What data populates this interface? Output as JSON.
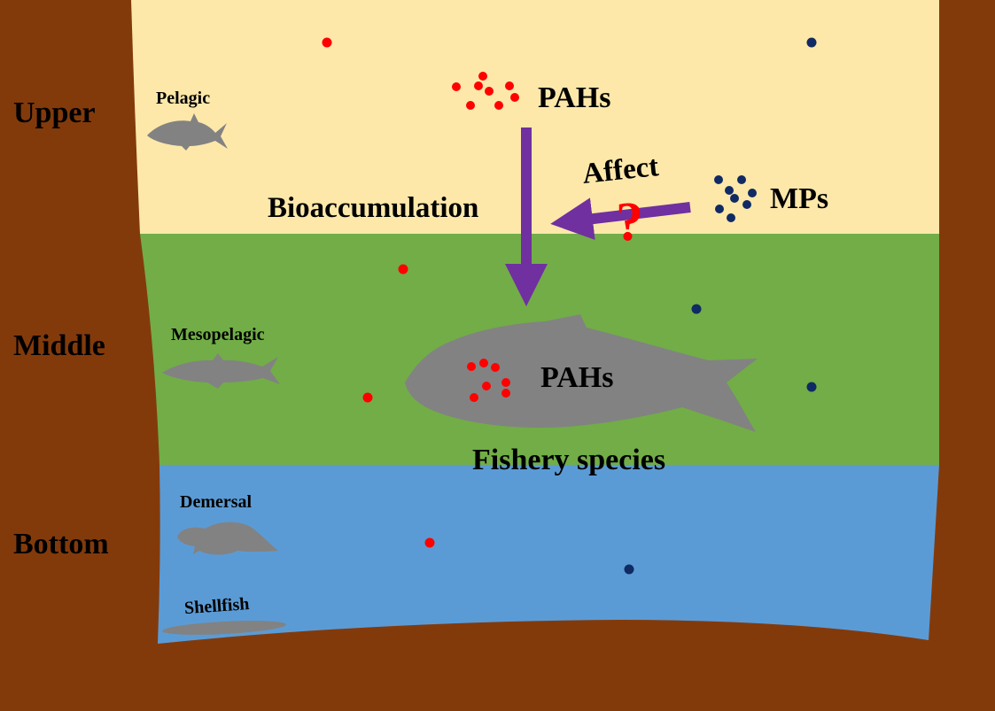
{
  "colors": {
    "soil": "#833a0b",
    "upper_layer": "#fde8aa",
    "middle_layer": "#72ad47",
    "bottom_layer": "#5b9bd5",
    "fish": "#828282",
    "pah_dot": "#ff0000",
    "mp_dot": "#102a64",
    "arrow": "#7030a0",
    "question": "#ff0000"
  },
  "layers": {
    "upper": "Upper",
    "middle": "Middle",
    "bottom": "Bottom"
  },
  "habitats": {
    "pelagic": "Pelagic",
    "mesopelagic": "Mesopelagic",
    "demersal": "Demersal",
    "shellfish": "Shellfish"
  },
  "labels": {
    "pahs_water": "PAHs",
    "mps": "MPs",
    "affect": "Affect",
    "question": "?",
    "bioaccumulation": "Bioaccumulation",
    "pahs_fish": "PAHs",
    "fishery_species": "Fishery species"
  },
  "icons": {
    "fish": "fish-silhouette-icon",
    "shellfish": "shellfish-silhouette-icon",
    "pah": "red-dot-icon",
    "mp": "navy-dot-icon",
    "arrow": "purple-arrow-icon"
  }
}
